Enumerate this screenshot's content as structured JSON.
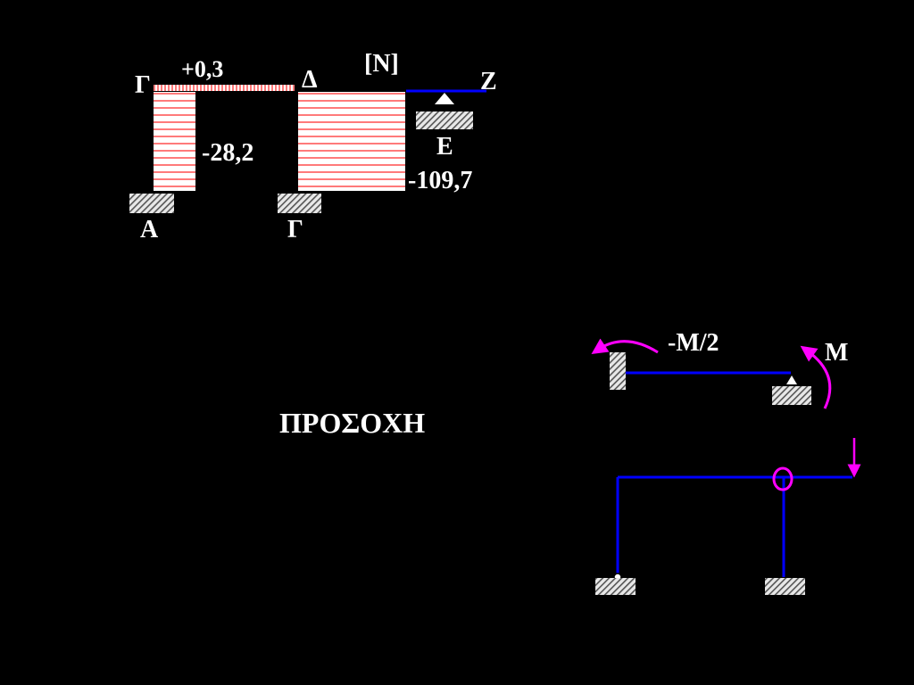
{
  "top_diagram": {
    "title": "[N]",
    "nodes": {
      "gamma_top": "Γ",
      "delta": "Δ",
      "zeta": "Z",
      "epsilon": "E",
      "alpha": "A",
      "gamma_bottom": "Γ"
    },
    "values": {
      "beam_gd": "+0,3",
      "column_left": "-28,2",
      "column_right": "-109,7"
    }
  },
  "warning": "ΠΡΟΣΟΧΗ",
  "bottom_diagram": {
    "moment_left": "-M/2",
    "moment_right": "M"
  },
  "colors": {
    "background": "#000000",
    "text": "#ffffff",
    "hatch": "#ff7a7a",
    "hatch_fill": "#ffffff",
    "member": "#0000ff",
    "moment": "#ff00ff",
    "support": "#d0d0d0"
  }
}
